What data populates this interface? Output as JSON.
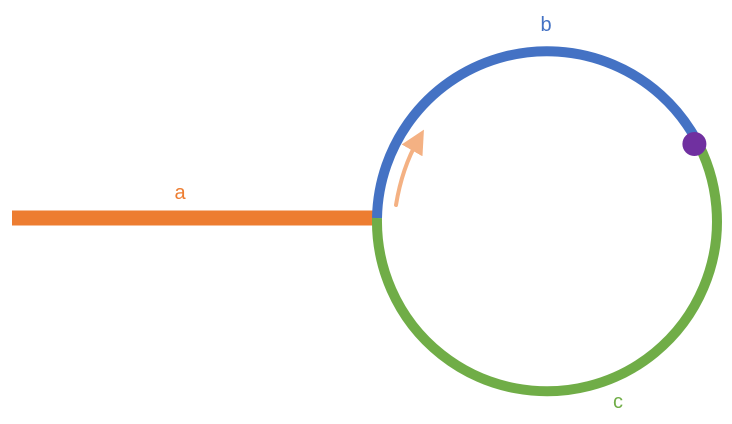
{
  "colors": {
    "background": "#ffffff",
    "segment_a": "#ED7D31",
    "segment_b": "#4472C4",
    "segment_c": "#70AD47",
    "direction_arrow": "#F4B183",
    "meeting_point": "#7030A0"
  },
  "labels": {
    "a": "a",
    "b": "b",
    "c": "c"
  }
}
